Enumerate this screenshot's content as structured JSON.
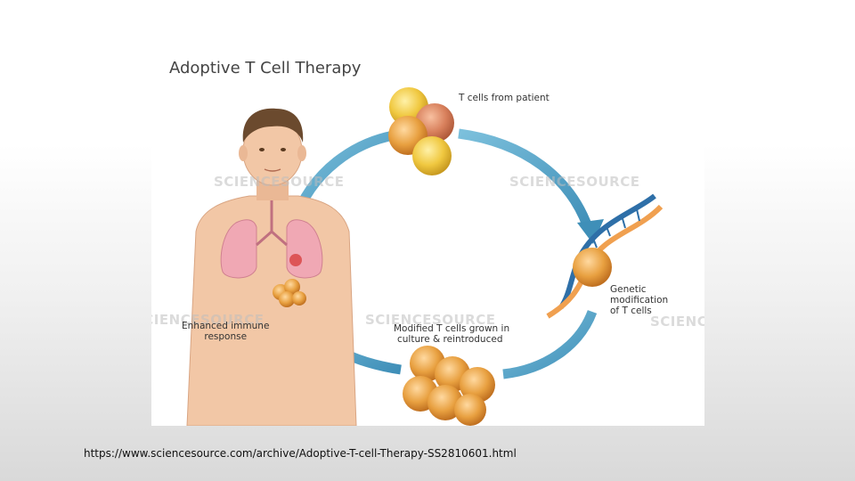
{
  "figure": {
    "title": "Adoptive T Cell Therapy",
    "labels": {
      "t_cells_from_patient": "T cells from patient",
      "genetic_modification": [
        "Genetic",
        "modification",
        "of T cells"
      ],
      "modified_t_cells": [
        "Modified T cells grown in",
        "culture & reintroduced"
      ],
      "enhanced_response": [
        "Enhanced immune",
        "response"
      ]
    },
    "watermark": "SCIENCESOURCE",
    "colors": {
      "arrow": "#4a9fc4",
      "skin": "#f2c7a6",
      "lungs": "#f0a8b4",
      "yellow_cell": "#f0c840",
      "orange_cell": "#e8a040",
      "dna_blue": "#2e6fa8",
      "dna_orange": "#f0a050"
    }
  },
  "source_url": "https://www.sciencesource.com/archive/Adoptive-T-cell-Therapy-SS2810601.html"
}
